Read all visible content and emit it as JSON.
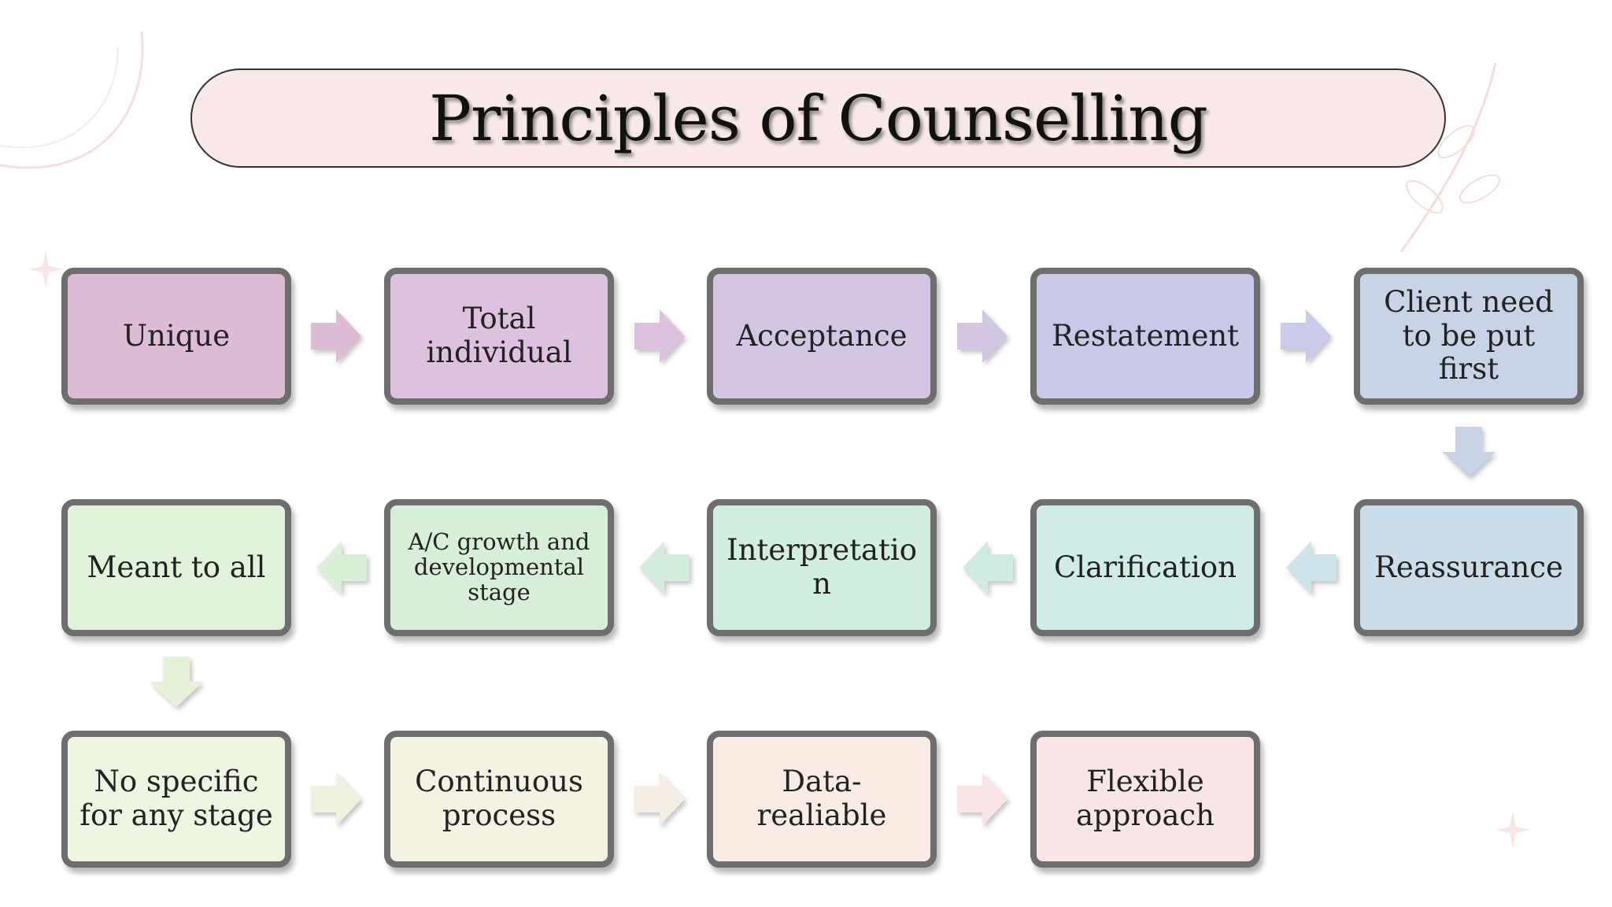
{
  "title": "Principles of Counselling",
  "colors": {
    "background": "#ffffff",
    "title_fill": "#f8e9e8",
    "box_border": "#6e6e6e"
  },
  "principles": [
    {
      "label": "Unique",
      "fill": "#dcbdd5"
    },
    {
      "label": "Total\nindividual",
      "fill": "#dcc2de"
    },
    {
      "label": "Acceptance",
      "fill": "#d3c6e3"
    },
    {
      "label": "Restatement",
      "fill": "#c9c8e6"
    },
    {
      "label": "Client need\nto be put first",
      "fill": "#c8d3e6"
    },
    {
      "label": "Reassurance",
      "fill": "#cadde8"
    },
    {
      "label": "Clarification",
      "fill": "#cfece6"
    },
    {
      "label": "Interpretatio\nn",
      "fill": "#d1eee0"
    },
    {
      "label": "A/C growth and\ndevelopmental\nstage",
      "fill": "#d7efd8"
    },
    {
      "label": "Meant to all",
      "fill": "#e0f2d9"
    },
    {
      "label": "No specific\nfor any stage",
      "fill": "#eef5e0"
    },
    {
      "label": "Continuous\nprocess",
      "fill": "#f4f2e0"
    },
    {
      "label": "Data-\nrealiable",
      "fill": "#f7ebe4"
    },
    {
      "label": "Flexible\napproach",
      "fill": "#f8e6e6"
    }
  ],
  "arrows": [
    {
      "from": "Unique",
      "to": "Total individual",
      "direction": "right",
      "color": "#dcbdd5"
    },
    {
      "from": "Total individual",
      "to": "Acceptance",
      "direction": "right",
      "color": "#dcc2de"
    },
    {
      "from": "Acceptance",
      "to": "Restatement",
      "direction": "right",
      "color": "#d3c6e3"
    },
    {
      "from": "Restatement",
      "to": "Client need to be put first",
      "direction": "right",
      "color": "#c9cbe8"
    },
    {
      "from": "Client need to be put first",
      "to": "Reassurance",
      "direction": "down",
      "color": "#c8d4e6"
    },
    {
      "from": "Reassurance",
      "to": "Clarification",
      "direction": "left",
      "color": "#cde4ea"
    },
    {
      "from": "Clarification",
      "to": "Interpretation",
      "direction": "left",
      "color": "#cfece4"
    },
    {
      "from": "Interpretation",
      "to": "A/C growth and developmental stage",
      "direction": "left",
      "color": "#d3eedc"
    },
    {
      "from": "A/C growth and developmental stage",
      "to": "Meant to all",
      "direction": "left",
      "color": "#dbf0d8"
    },
    {
      "from": "Meant to all",
      "to": "No specific for any stage",
      "direction": "down",
      "color": "#e6f2d8"
    },
    {
      "from": "No specific for any stage",
      "to": "Continuous process",
      "direction": "right",
      "color": "#eef3df"
    },
    {
      "from": "Continuous process",
      "to": "Data-realiable",
      "direction": "right",
      "color": "#f5eee4"
    },
    {
      "from": "Data-realiable",
      "to": "Flexible approach",
      "direction": "right",
      "color": "#f8e6e6"
    }
  ]
}
